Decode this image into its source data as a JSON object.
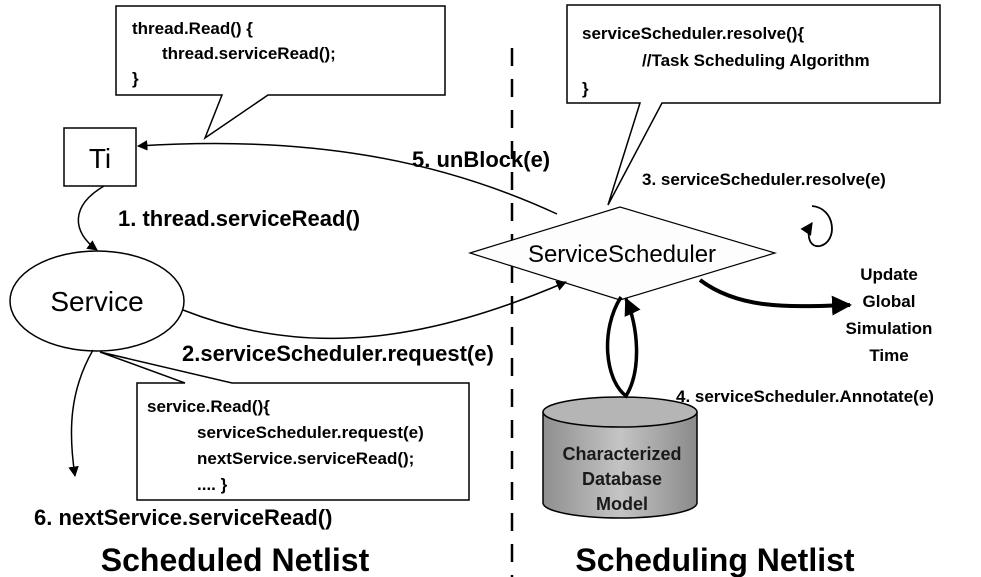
{
  "nodes": {
    "ti": "Ti",
    "service": "Service",
    "scheduler": "ServiceScheduler",
    "database": [
      "Characterized",
      "Database",
      "Model"
    ]
  },
  "code_boxes": {
    "thread_read": [
      "thread.Read() {",
      "thread.serviceRead();",
      "}"
    ],
    "scheduler_resolve": [
      "serviceScheduler.resolve(){",
      "//Task Scheduling Algorithm",
      "}"
    ],
    "service_read": [
      "service.Read(){",
      "serviceScheduler.request(e)",
      "nextService.serviceRead();",
      ".... }"
    ]
  },
  "edges": {
    "step1": "1. thread.serviceRead()",
    "step2": "2.serviceScheduler.request(e)",
    "step3": "3. serviceScheduler.resolve(e)",
    "step4": "4. serviceScheduler.Annotate(e)",
    "step5": "5. unBlock(e)",
    "step6": "6. nextService.serviceRead()"
  },
  "update_label": [
    "Update",
    "Global",
    "Simulation",
    "Time"
  ],
  "sections": {
    "left": "Scheduled Netlist",
    "right": "Scheduling Netlist"
  }
}
